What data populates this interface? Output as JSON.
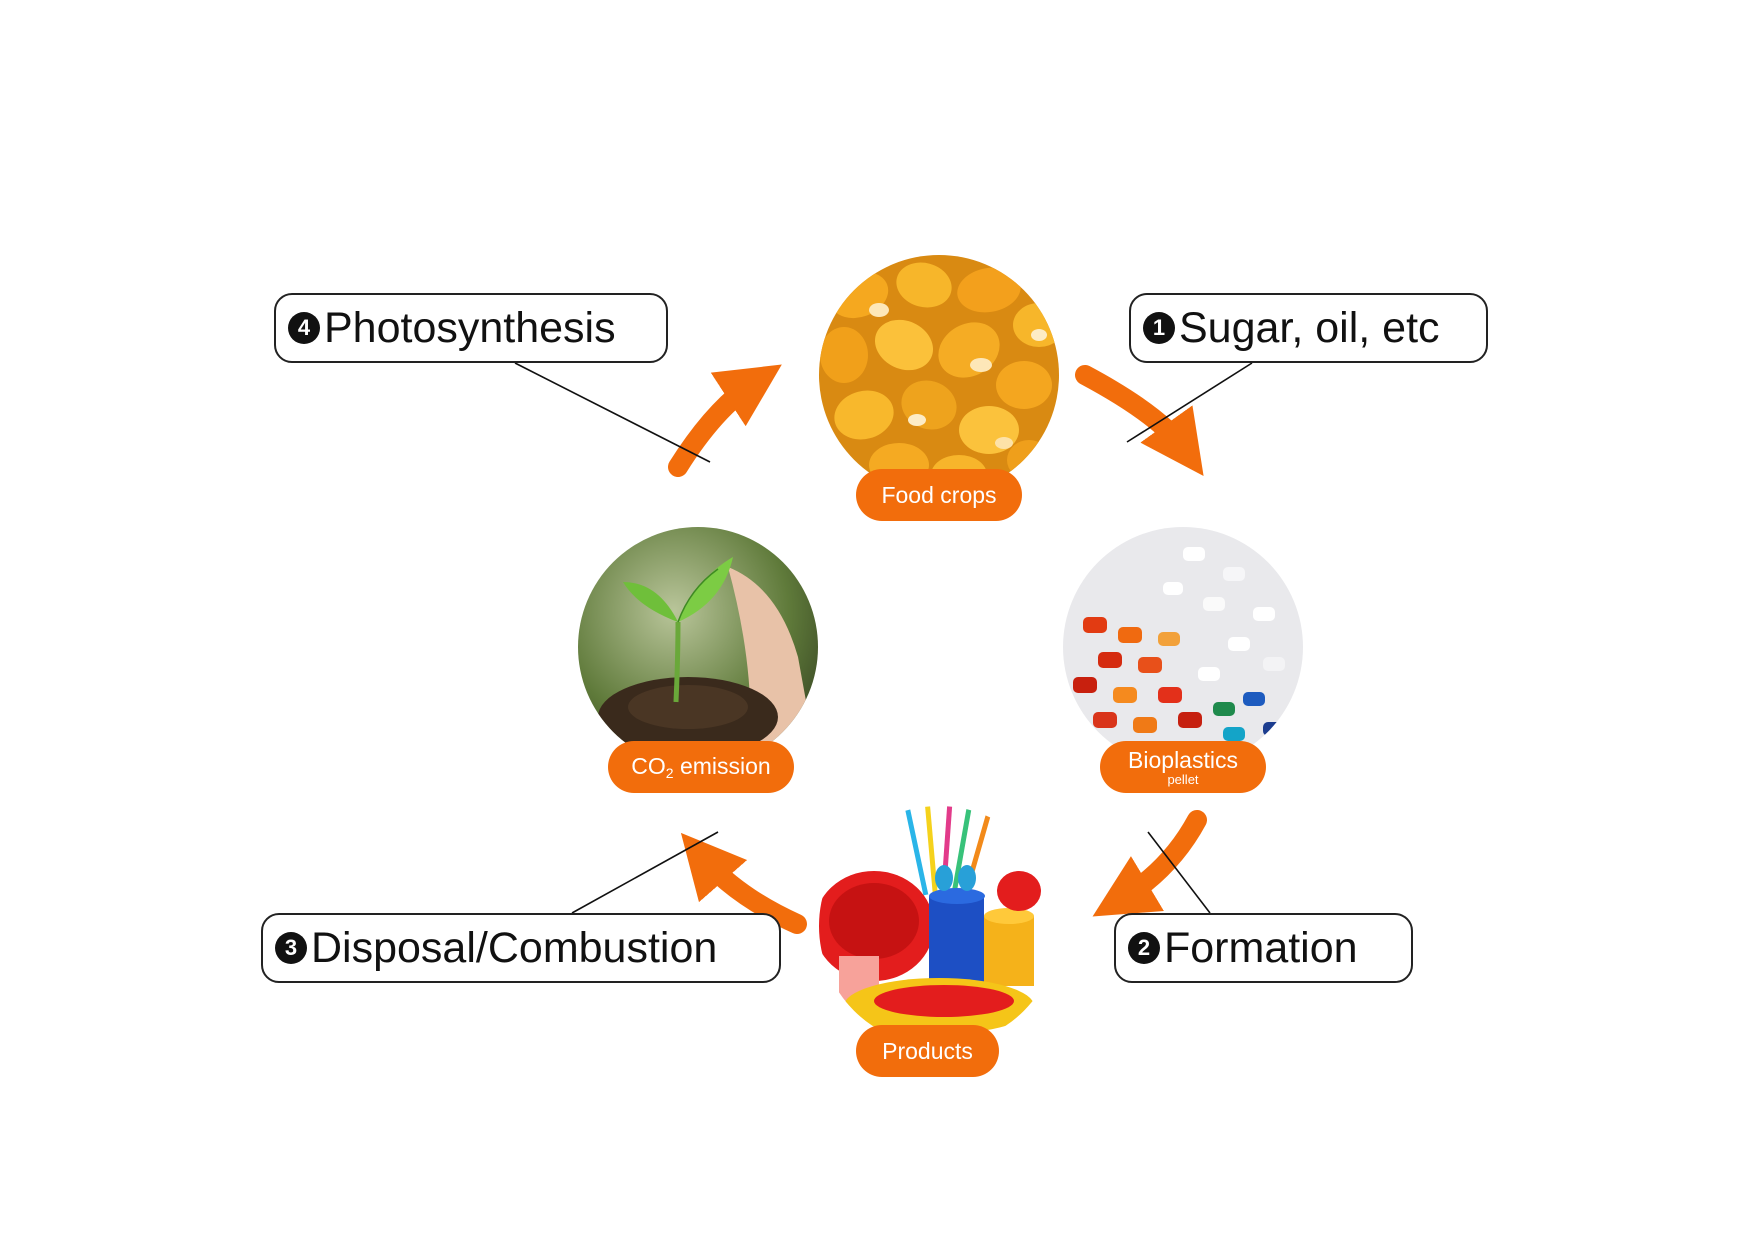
{
  "colors": {
    "accent": "#f26d0c",
    "callout_border": "#222222",
    "text": "#111111"
  },
  "stages": [
    {
      "label": "Food crops",
      "image": "corn-kernels"
    },
    {
      "label": "Bioplastics",
      "sublabel": "pellet",
      "image": "plastic-pellets"
    },
    {
      "label": "Products",
      "image": "plastic-tableware"
    },
    {
      "label_main": "CO",
      "label_sub": "2",
      "label_rest": " emission",
      "image": "seedling-in-soil"
    }
  ],
  "callouts": [
    {
      "number": "1",
      "text": "Sugar, oil, etc"
    },
    {
      "number": "2",
      "text": "Formation"
    },
    {
      "number": "3",
      "text": "Disposal/Combustion"
    },
    {
      "number": "4",
      "text": "Photosynthesis"
    }
  ]
}
